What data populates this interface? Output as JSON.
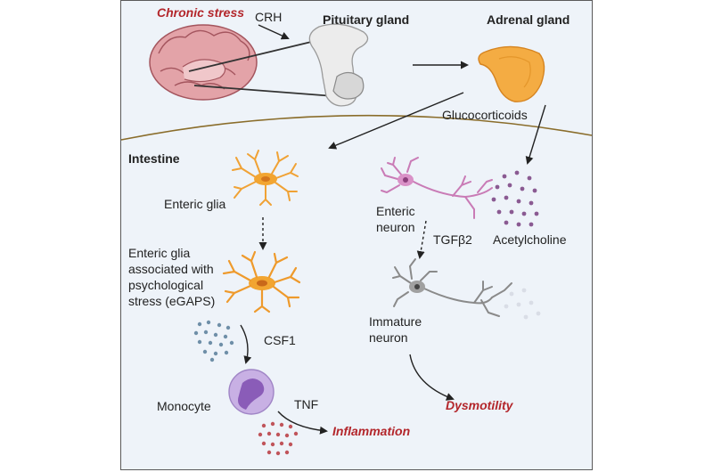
{
  "labels": {
    "chronic_stress": "Chronic stress",
    "crh": "CRH",
    "pituitary_gland": "Pituitary gland",
    "adrenal_gland": "Adrenal gland",
    "glucocorticoids": "Glucocorticoids",
    "intestine": "Intestine",
    "enteric_glia": "Enteric glia",
    "egaps_line1": "Enteric glia",
    "egaps_line2": "associated with",
    "egaps_line3": "psychological",
    "egaps_line4": "stress (eGAPS)",
    "enteric_neuron_line1": "Enteric",
    "enteric_neuron_line2": "neuron",
    "tgfb2": "TGFβ2",
    "acetylcholine": "Acetylcholine",
    "immature_neuron_line1": "Immature",
    "immature_neuron_line2": "neuron",
    "csf1": "CSF1",
    "monocyte": "Monocyte",
    "tnf": "TNF",
    "inflammation": "Inflammation",
    "dysmotility": "Dysmotility"
  },
  "colors": {
    "background": "#eef3f9",
    "outcome_red": "#b3262b",
    "gut_boundary": "#8a6d2b",
    "brain": "#d98f96",
    "adrenal": "#f0a236",
    "glia": "#f2a531",
    "enteric_neuron": "#c97bb6",
    "immature_neuron": "#8a8a8a",
    "monocyte": "#b99ad8",
    "csf1_dots": "#6f8fa8",
    "acetylcholine_dots": "#8a5a92",
    "tnf_dots": "#c0545a"
  }
}
